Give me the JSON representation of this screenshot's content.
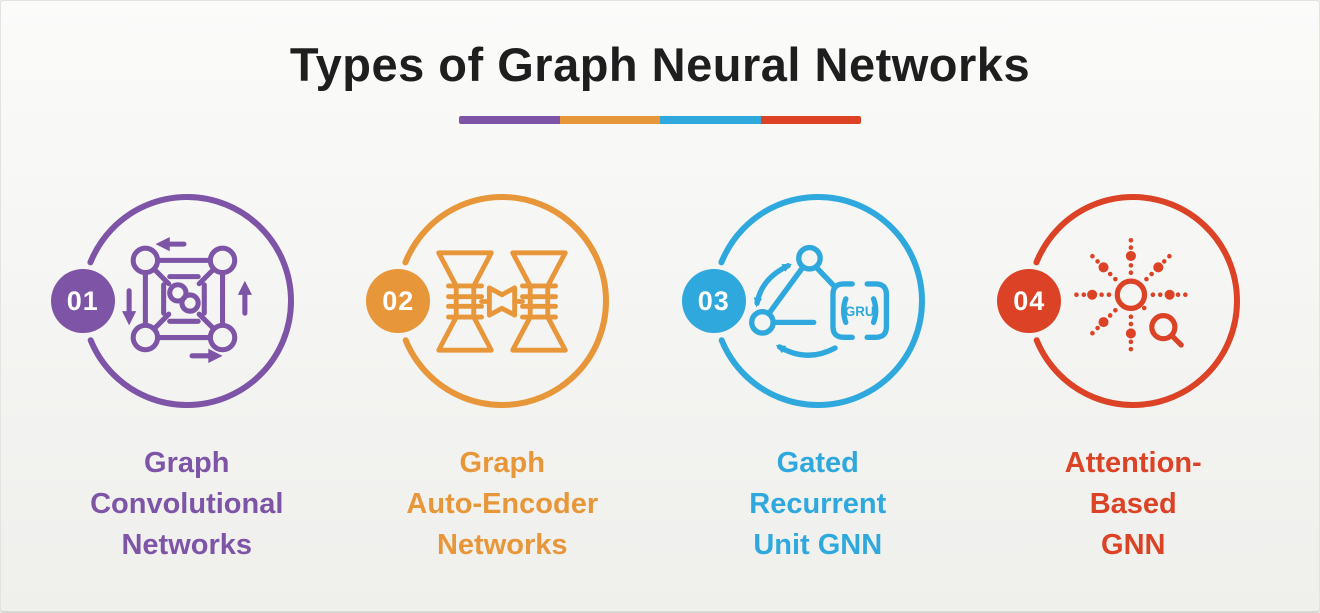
{
  "title": "Types of Graph Neural Networks",
  "divider": {
    "colors": [
      "#7D54A6",
      "#E8963A",
      "#2FA9DD",
      "#DB4226"
    ]
  },
  "items": [
    {
      "number": "01",
      "color": "#7D54A6",
      "icon": "graph-convolutional-network-icon",
      "label_lines": [
        "Graph",
        "Convolutional",
        "Networks"
      ]
    },
    {
      "number": "02",
      "color": "#E8963A",
      "icon": "graph-auto-encoder-icon",
      "label_lines": [
        "Graph",
        "Auto-Encoder",
        "Networks"
      ]
    },
    {
      "number": "03",
      "color": "#2FA9DD",
      "icon": "gated-recurrent-unit-icon",
      "icon_text": "GRU",
      "label_lines": [
        "Gated",
        "Recurrent",
        "Unit GNN"
      ]
    },
    {
      "number": "04",
      "color": "#DB4226",
      "icon": "attention-magnifier-icon",
      "label_lines": [
        "Attention-",
        "Based",
        "GNN"
      ]
    }
  ]
}
